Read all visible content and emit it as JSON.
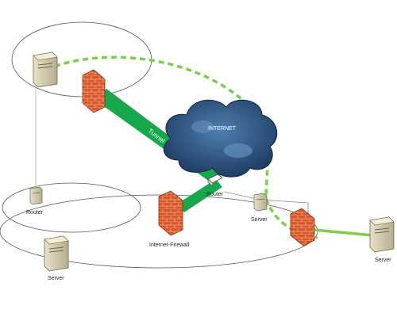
{
  "labels": {
    "internet": "INTERNET",
    "tunnel": "Tunnel",
    "router_top": "Router",
    "router_left": "Router",
    "server_mid": "Server",
    "firewall": "Internet-Firewall",
    "server_bottom": "Server",
    "server_right": "Server"
  },
  "colors": {
    "tunnel": "#16a84a",
    "link_dashed": "#7ccf4a",
    "cloud_dark": "#1f3d63",
    "cloud_light": "#4f7fb0",
    "firewall_brick": "#d9572a",
    "ellipse_stroke": "#555555"
  }
}
